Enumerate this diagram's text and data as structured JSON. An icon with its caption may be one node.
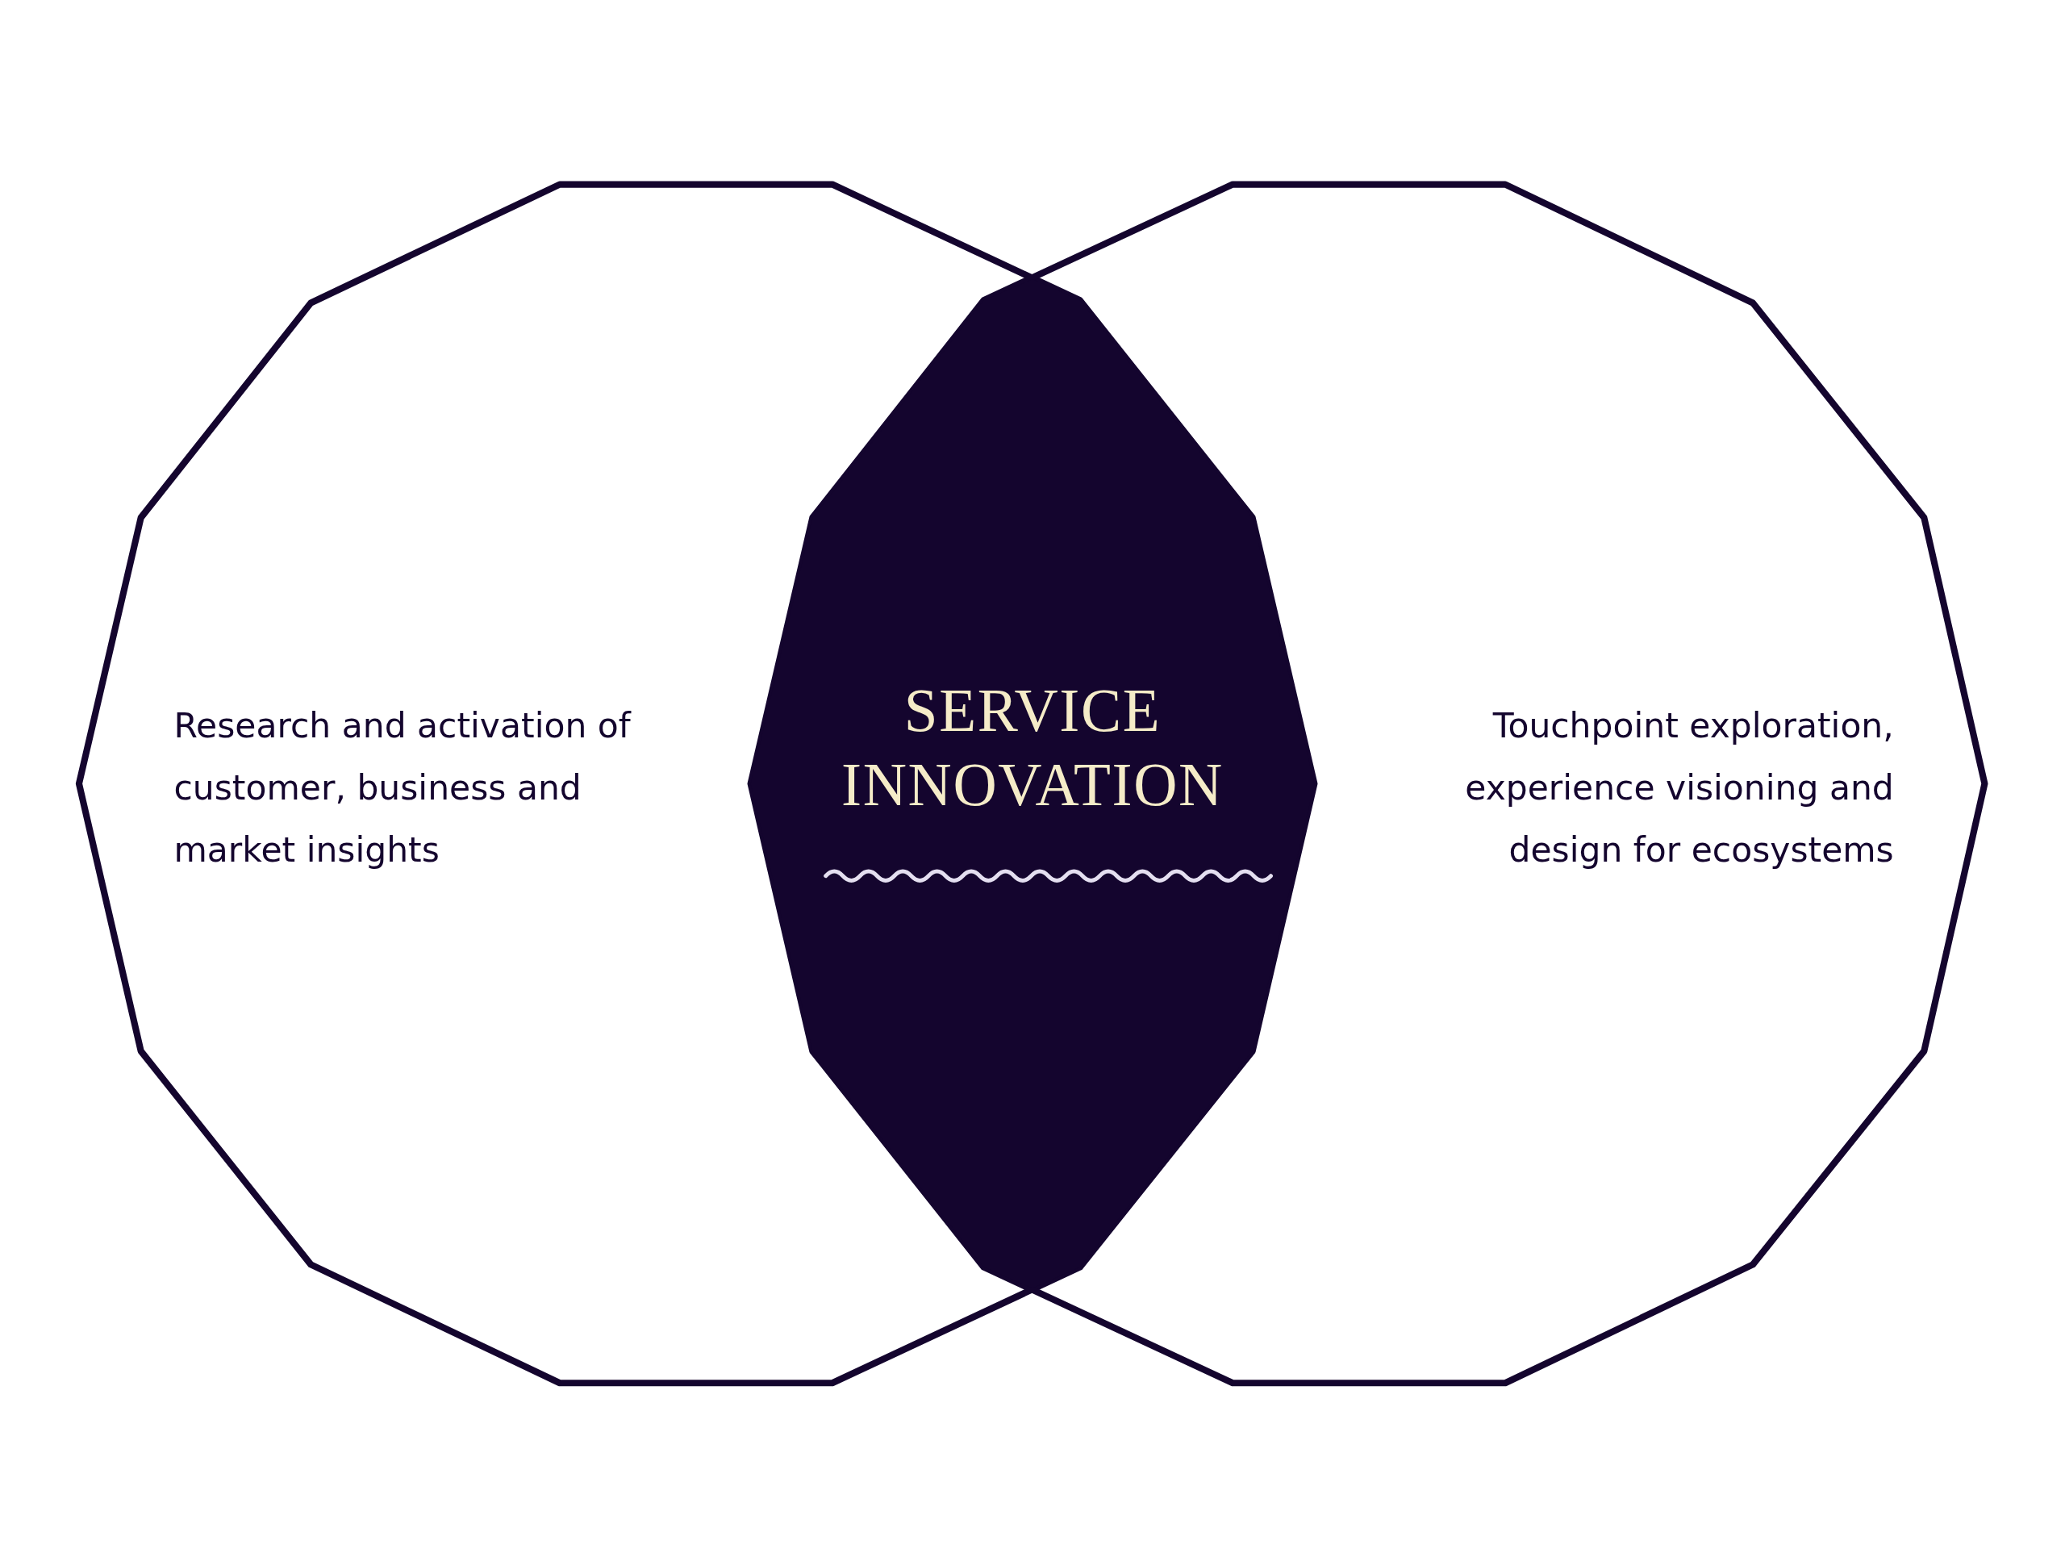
{
  "diagram": {
    "nodes": [
      {
        "text": [
          "Research and activation of customer, business and market insights"
        ]
      },
      {
        "text": [
          "Touchpoint exploration, experience visioning and design for ecosystems"
        ]
      },
      {
        "text": [
          "SERVICE INNOVATION"
        ]
      }
    ]
  }
}
